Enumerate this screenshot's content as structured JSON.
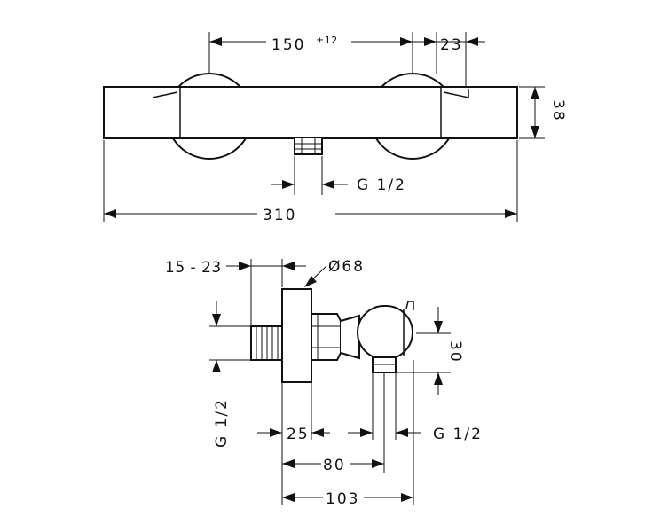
{
  "front_view": {
    "overall_width": "310",
    "centre_distance": "150",
    "centre_tolerance": "±12",
    "side_offset": "23",
    "body_height": "38",
    "outlet_thread": "G 1/2"
  },
  "side_view": {
    "projection_range": "15 - 23",
    "cover_diameter": "Ø68",
    "inlet_thread": "G 1/2",
    "wall_offset": "25",
    "depth_to_outlet": "80",
    "total_depth": "103",
    "outlet_height": "30",
    "outlet_thread": "G 1/2"
  }
}
